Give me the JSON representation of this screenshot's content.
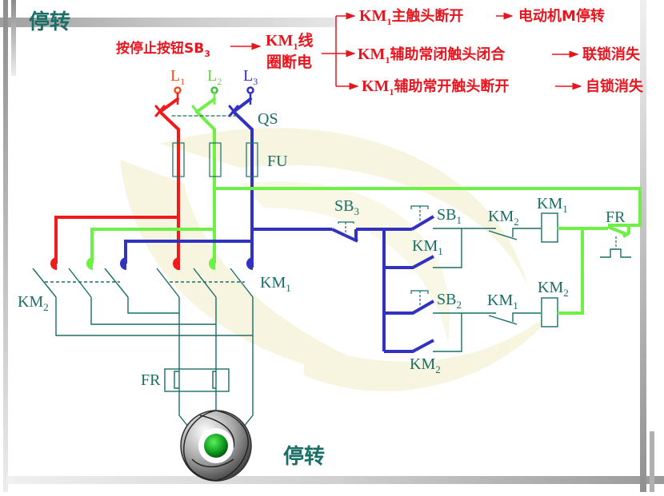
{
  "slide": {
    "title": "停转",
    "motor_status": "停转",
    "colors": {
      "title_teal": "#1a6e66",
      "annotation_red": "#e8141e",
      "phase_L1": "#ee1c1c",
      "phase_L2": "#6ef046",
      "phase_L3": "#3232c0",
      "wire_teal": "#1a6e66",
      "frame_gray": "#9a9a9a",
      "watermark": "#f6f4d8",
      "motor_lamp": "#10a020"
    }
  },
  "annotation": {
    "step1": {
      "text": "按停止按钮SB",
      "sub": "3"
    },
    "step2": {
      "line1_pre": "KM",
      "line1_sub": "1",
      "line1_post": "线",
      "line2": "圈断电"
    },
    "results": [
      {
        "pre": "KM",
        "sub": "1",
        "cause": "主触头断开",
        "effect": "电动机M停转"
      },
      {
        "pre": "KM",
        "sub": "1",
        "cause": "辅助常闭触头闭合",
        "effect": "联锁消失"
      },
      {
        "pre": "KM",
        "sub": "1",
        "cause": "辅助常开触头断开",
        "effect": "自锁消失"
      }
    ]
  },
  "labels": {
    "L1": {
      "main": "L",
      "sub": "1"
    },
    "L2": {
      "main": "L",
      "sub": "2"
    },
    "L3": {
      "main": "L",
      "sub": "3"
    },
    "QS": "QS",
    "FU": "FU",
    "KM1_main": {
      "main": "KM",
      "sub": "1"
    },
    "KM2_main": {
      "main": "KM",
      "sub": "2"
    },
    "FR_main": "FR",
    "SB3": {
      "main": "SB",
      "sub": "3"
    },
    "SB1": {
      "main": "SB",
      "sub": "1"
    },
    "SB2": {
      "main": "SB",
      "sub": "2"
    },
    "KM1_hold": {
      "main": "KM",
      "sub": "1"
    },
    "KM2_hold": {
      "main": "KM",
      "sub": "2"
    },
    "KM2_interlock": {
      "main": "KM",
      "sub": "2"
    },
    "KM1_interlock": {
      "main": "KM",
      "sub": "1"
    },
    "KM1_coil": {
      "main": "KM",
      "sub": "1"
    },
    "KM2_coil": {
      "main": "KM",
      "sub": "2"
    },
    "FR_ctrl": "FR"
  }
}
